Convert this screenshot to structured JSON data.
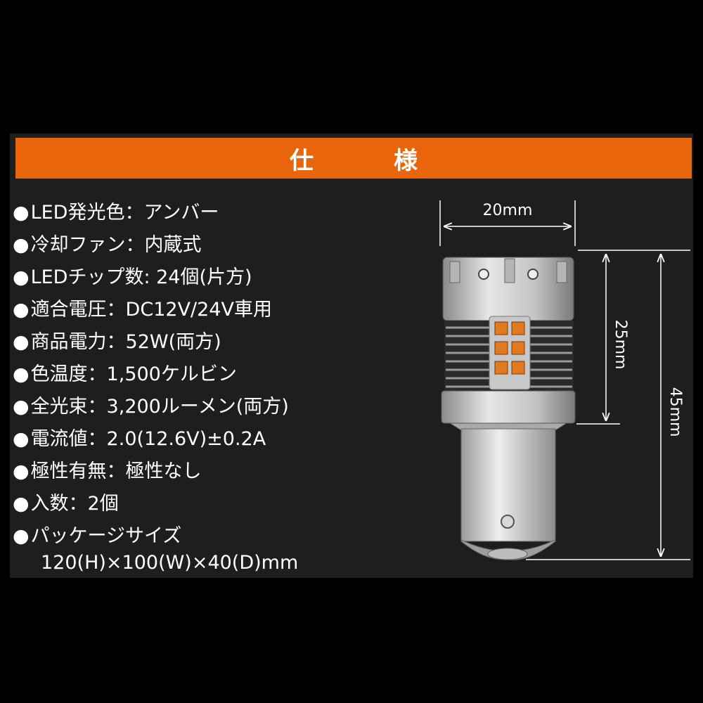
{
  "header": {
    "title": "仕　様"
  },
  "bullet_glyph": "●",
  "specs": [
    "LED発光色：アンバー",
    "冷却ファン：内蔵式",
    "LEDチップ数: 24個(片方)",
    "適合電圧：DC12V/24V車用",
    "商品電力：52W(両方)",
    "色温度：1,500ケルビン",
    "全光束：3,200ルーメン(両方)",
    "電流値：2.0(12.6V)±0.2A",
    "極性有無：極性なし",
    "入数：2個",
    "パッケージサイズ"
  ],
  "spec_continuation": "120(H)×100(W)×40(D)mm",
  "dimensions": {
    "width": "20mm",
    "head_height": "25mm",
    "total_height": "45mm"
  },
  "colors": {
    "header_bg": "#e8650c",
    "led_amber": "#e07a20",
    "bulb_body": "#cfcfcf"
  }
}
